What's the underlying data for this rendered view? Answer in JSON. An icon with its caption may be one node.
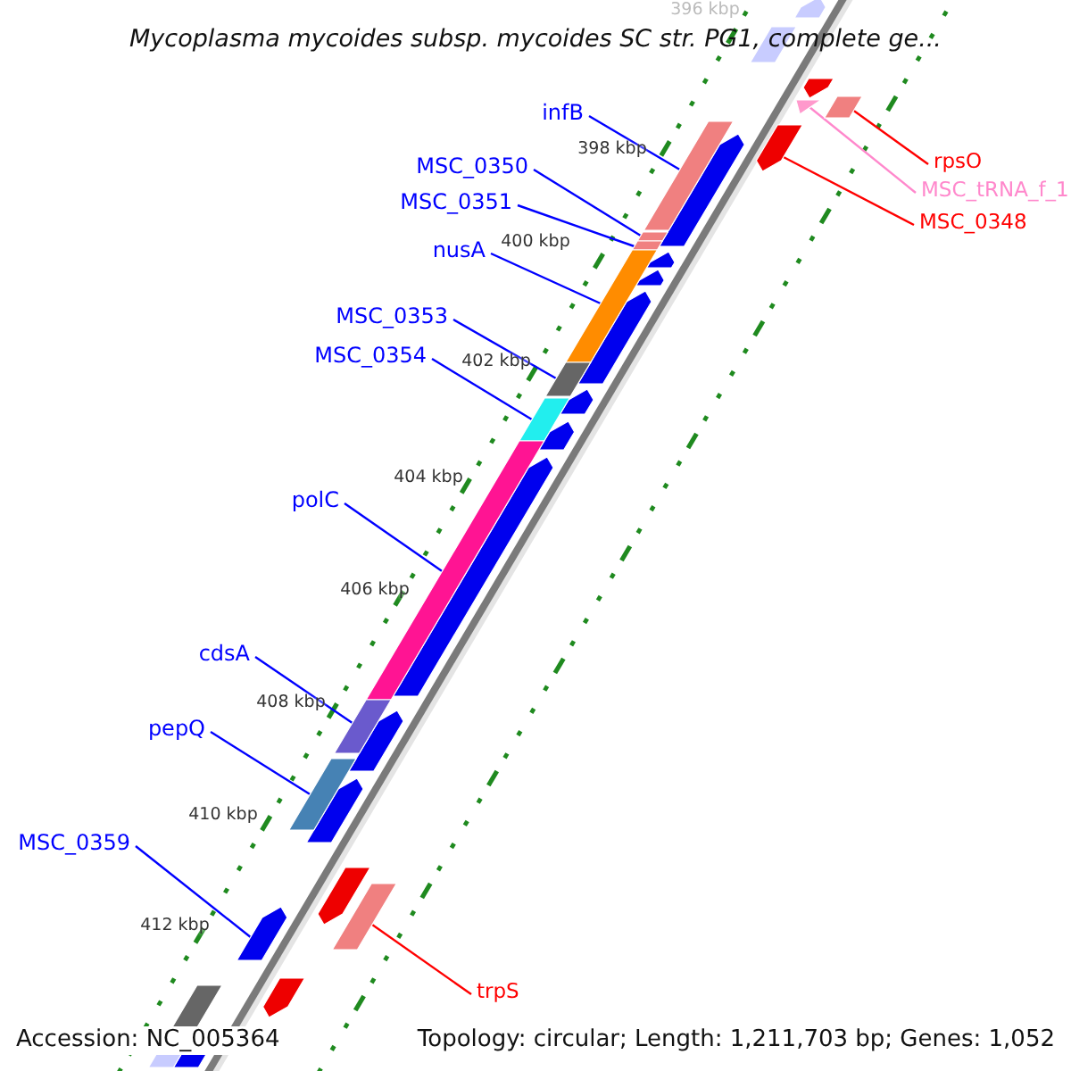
{
  "diagram": {
    "title": "Mycoplasma mycoides subsp. mycoides SC str. PG1, complete ge...",
    "nodes": [
      {
        "text": [
          "infB"
        ]
      },
      {
        "text": [],
        "shape": "bar"
      },
      {
        "text": [
          "rpsO"
        ]
      },
      {
        "text": [],
        "shape": "bar"
      },
      {
        "text": [
          "MSC_0350"
        ]
      },
      {
        "text": [],
        "shape": "bar"
      },
      {
        "text": [
          "MSC_tRNA_f_1"
        ]
      },
      {
        "text": [],
        "shape": "triangle"
      },
      {
        "text": [
          "MSC_0351"
        ]
      },
      {
        "text": [],
        "shape": "bar"
      },
      {
        "text": [
          "MSC_0348"
        ]
      },
      {
        "text": [],
        "shape": "arrow"
      },
      {
        "text": [
          "nusA"
        ]
      },
      {
        "text": [],
        "shape": "bar"
      },
      {
        "text": [
          "MSC_0353"
        ]
      },
      {
        "text": [],
        "shape": "bar"
      },
      {
        "text": [
          "MSC_0354"
        ]
      },
      {
        "text": [],
        "shape": "bar"
      },
      {
        "text": [
          "polC"
        ]
      },
      {
        "text": [],
        "shape": "bar"
      },
      {
        "text": [
          "cdsA"
        ]
      },
      {
        "text": [],
        "shape": "bar"
      },
      {
        "text": [
          "pepQ"
        ]
      },
      {
        "text": [],
        "shape": "bar"
      },
      {
        "text": [
          "MSC_0359"
        ]
      },
      {
        "text": [],
        "shape": "arrow"
      },
      {
        "text": [
          "trpS"
        ]
      },
      {
        "text": [],
        "shape": "bar"
      }
    ],
    "edges": [
      {
        "from": 0,
        "to": 1,
        "arrow": "none"
      },
      {
        "from": 2,
        "to": 3,
        "arrow": "none",
        "color": "#ff0000"
      },
      {
        "from": 4,
        "to": 5,
        "arrow": "none"
      },
      {
        "from": 6,
        "to": 7,
        "arrow": "none",
        "color": "#ff88cc"
      },
      {
        "from": 8,
        "to": 9,
        "arrow": "none"
      },
      {
        "from": 10,
        "to": 11,
        "arrow": "none",
        "color": "#ff0000"
      },
      {
        "from": 12,
        "to": 13,
        "arrow": "none"
      },
      {
        "from": 14,
        "to": 15,
        "arrow": "none"
      },
      {
        "from": 16,
        "to": 17,
        "arrow": "none"
      },
      {
        "from": 18,
        "to": 19,
        "arrow": "none"
      },
      {
        "from": 20,
        "to": 21,
        "arrow": "none"
      },
      {
        "from": 22,
        "to": 23,
        "arrow": "none"
      },
      {
        "from": 24,
        "to": 25,
        "arrow": "none"
      },
      {
        "from": 26,
        "to": 27,
        "arrow": "none",
        "color": "#ff0000"
      }
    ],
    "labels": [
      "396 kbp",
      "398 kbp",
      "400 kbp",
      "402 kbp",
      "404 kbp",
      "406 kbp",
      "408 kbp",
      "410 kbp",
      "412 kbp",
      "Accession: NC_005364",
      "Topology: circular; Length: 1,211,703 bp; Genes: 1,052"
    ]
  }
}
